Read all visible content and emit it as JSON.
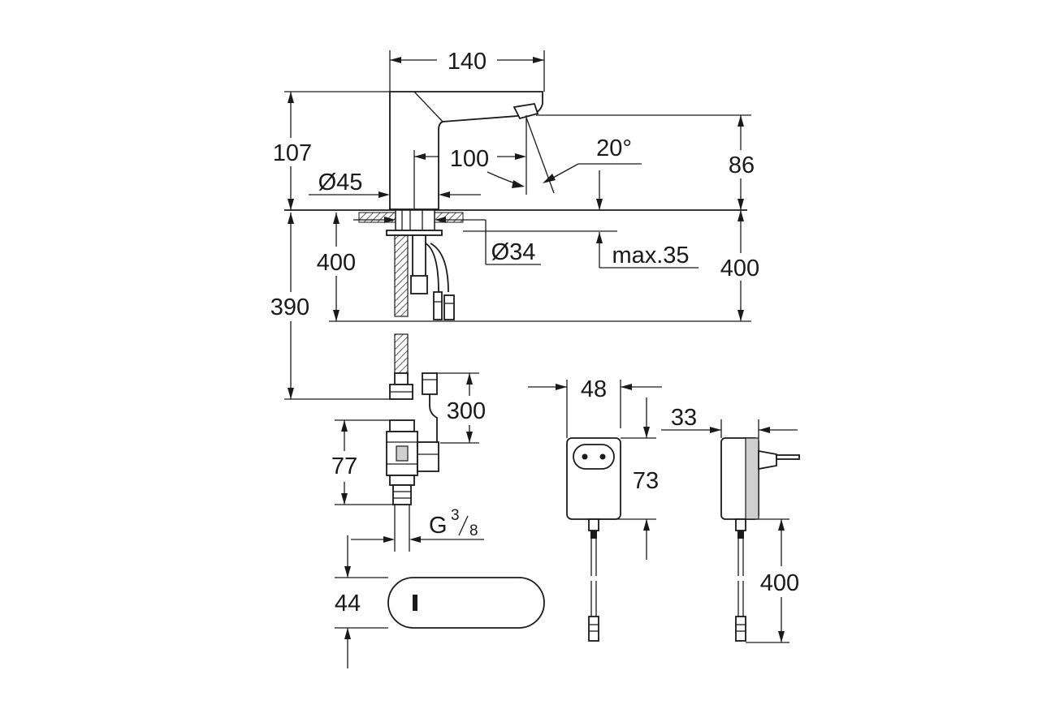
{
  "dimensions": {
    "spout_length": "140",
    "faucet_height": "107",
    "spout_reach": "100",
    "spray_angle": "20°",
    "spout_outlet_height": "86",
    "base_diameter": "Ø45",
    "hole_diameter": "Ø34",
    "max_deck_thickness": "max.35",
    "hose_length": "400",
    "cable_length_right": "400",
    "total_hose_length": "390",
    "sensor_cable_length": "300",
    "valve_height": "77",
    "connection_thread": "G",
    "thread_num": "3",
    "thread_den": "8",
    "top_view_depth": "44",
    "adapter_width": "48",
    "adapter_height": "73",
    "adapter_depth": "33",
    "adapter_cable_length": "400"
  }
}
